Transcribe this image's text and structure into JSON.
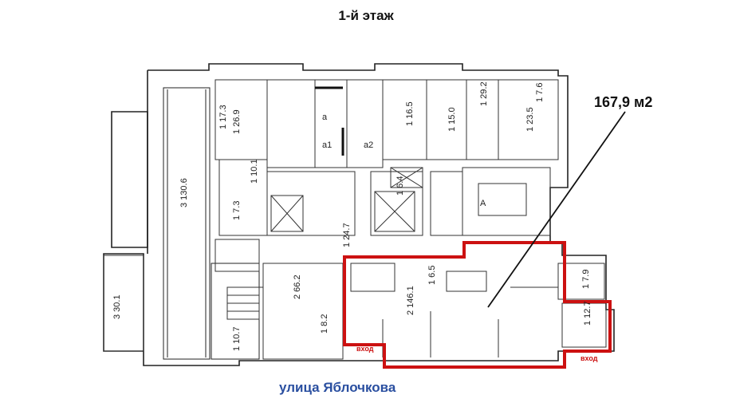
{
  "floor_title": "1-й этаж",
  "street": "улица Яблочкова",
  "highlight_area": "167,9 м2",
  "entrance_labels": [
    "вход",
    "вход"
  ],
  "colors": {
    "highlight": "#cc1111",
    "walls": "#222222",
    "street": "#2a4fa0"
  },
  "rooms": [
    {
      "id": "r1",
      "area": "130.6",
      "num": "3"
    },
    {
      "id": "r2",
      "area": "26.9",
      "num": "1"
    },
    {
      "id": "r3",
      "area": "16.5",
      "num": "1"
    },
    {
      "id": "r4",
      "area": "15.0",
      "num": "1"
    },
    {
      "id": "r5",
      "area": "23.5",
      "num": "1"
    },
    {
      "id": "r6",
      "area": "7.6",
      "num": "1"
    },
    {
      "id": "r7",
      "area": "29.2",
      "num": "1"
    },
    {
      "id": "r8",
      "area": "17.3",
      "num": "1"
    },
    {
      "id": "r9",
      "area": "10.1",
      "num": "1"
    },
    {
      "id": "r10",
      "area": "7.3",
      "num": "1"
    },
    {
      "id": "r11",
      "area": "24.7",
      "num": "1"
    },
    {
      "id": "r12",
      "area": "66.2",
      "num": "2"
    },
    {
      "id": "r13",
      "area": "146.1",
      "num": "2"
    },
    {
      "id": "r14",
      "area": "6.5",
      "num": "1"
    },
    {
      "id": "r15",
      "area": "7.9",
      "num": "1"
    },
    {
      "id": "r16",
      "area": "12.7",
      "num": "1"
    },
    {
      "id": "r17",
      "area": "30.1",
      "num": "3"
    },
    {
      "id": "r18",
      "area": "8.2",
      "num": "1"
    },
    {
      "id": "r19",
      "area": "10.7",
      "num": "1"
    },
    {
      "id": "r20",
      "area": "6.4",
      "num": "1"
    },
    {
      "id": "r21",
      "area": "a",
      "num": ""
    },
    {
      "id": "r22",
      "area": "a1",
      "num": ""
    },
    {
      "id": "r23",
      "area": "a2",
      "num": ""
    },
    {
      "id": "r24",
      "area": "A",
      "num": ""
    }
  ]
}
